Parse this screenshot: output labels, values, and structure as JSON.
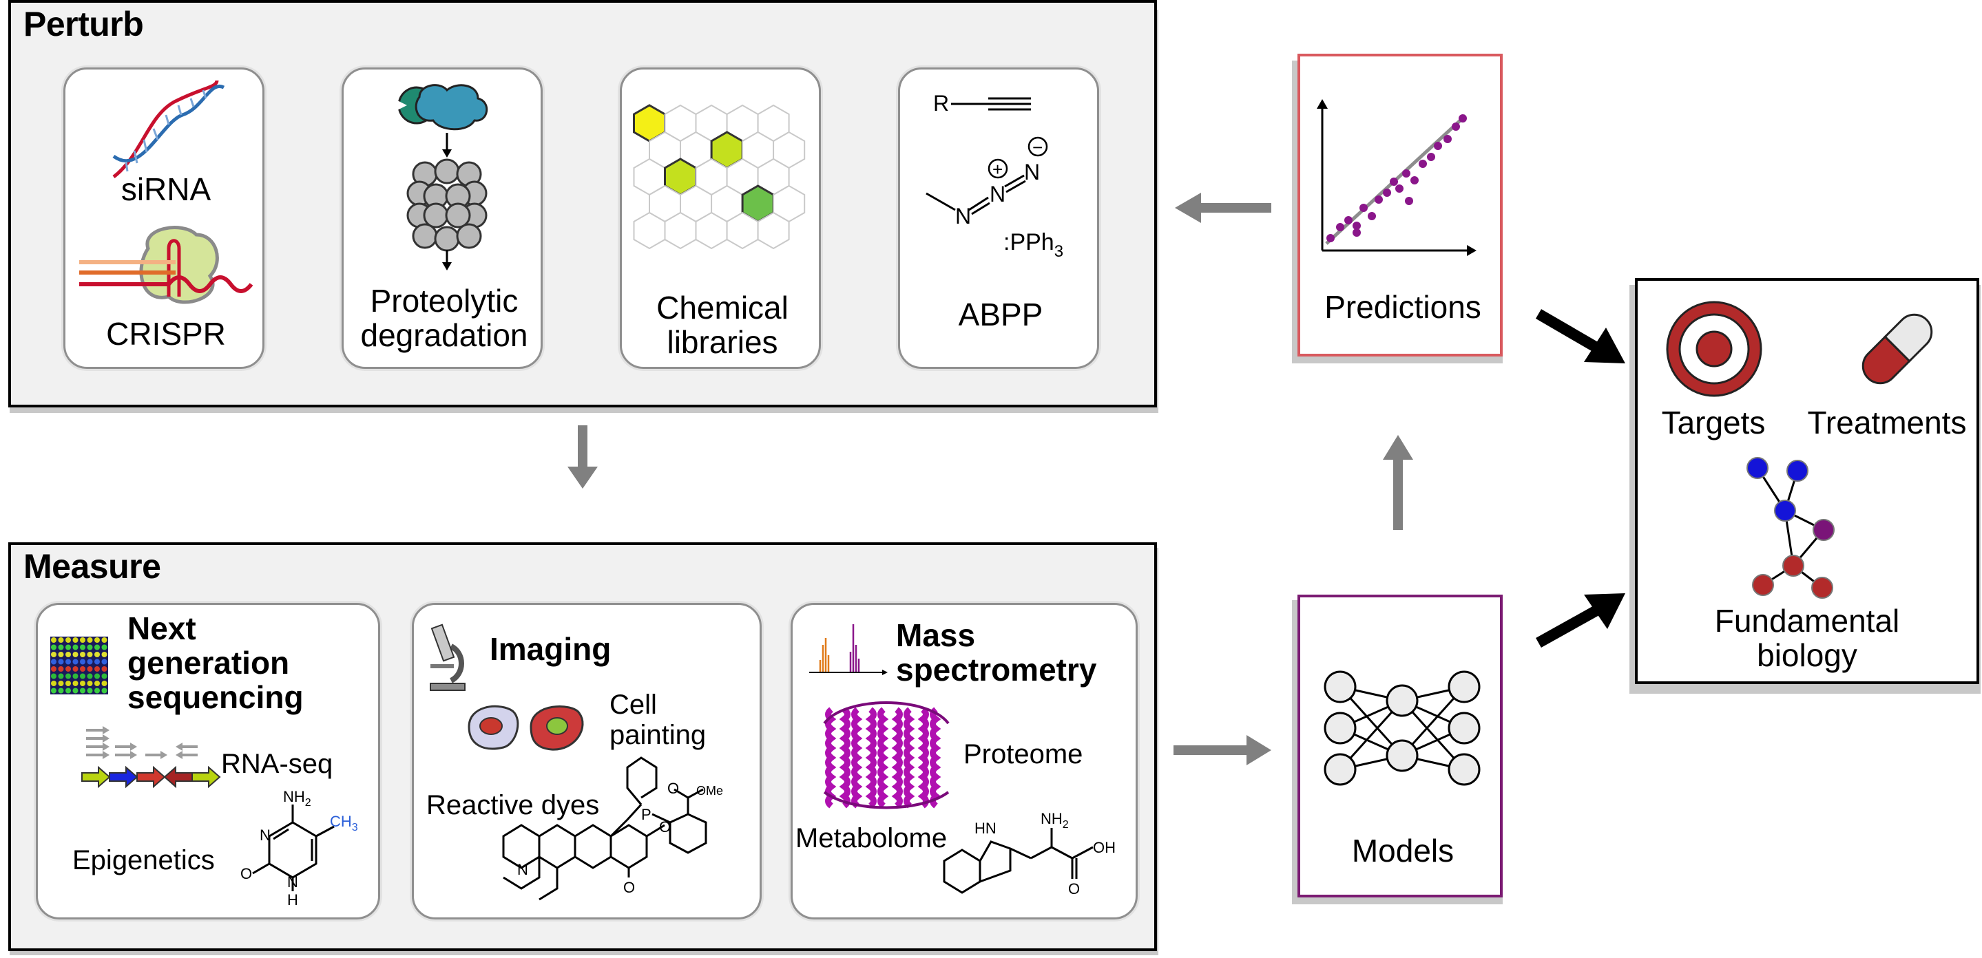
{
  "perturb": {
    "title": "Perturb",
    "sirna": "siRNA",
    "crispr": "CRISPR",
    "proteolytic": [
      "Proteolytic",
      "degradation"
    ],
    "chemical": [
      "Chemical",
      "libraries"
    ],
    "abpp": "ABPP",
    "abpp_r": "R",
    "abpp_pph3": ":PPh",
    "abpp_sub": "3",
    "abpp_n": "N",
    "abpp_plus": "+",
    "abpp_minus": "−"
  },
  "measure": {
    "title": "Measure",
    "ngs": [
      "Next",
      "generation",
      "sequencing"
    ],
    "rnaseq": "RNA-seq",
    "epigenetics": "Epigenetics",
    "imaging": "Imaging",
    "cell_painting": [
      "Cell",
      "painting"
    ],
    "reactive_dyes": "Reactive dyes",
    "mass_spec": [
      "Mass",
      "spectrometry"
    ],
    "proteome": "Proteome",
    "metabolome": "Metabolome",
    "chem": {
      "nh2": "NH",
      "nh2_sub": "2",
      "ch3": "CH",
      "ch3_sub": "3",
      "n": "N",
      "o": "O",
      "h": "H",
      "hn": "HN",
      "oh": "OH",
      "p": "P",
      "ome": "OMe"
    }
  },
  "predictions": {
    "label": "Predictions"
  },
  "models": {
    "label": "Models"
  },
  "outcomes": {
    "targets": "Targets",
    "treatments": "Treatments",
    "fundamental": [
      "Fundamental",
      "biology"
    ]
  },
  "colors": {
    "predictions_border": "#d9595e",
    "models_border": "#7b1a72",
    "arrow_gray": "#808080",
    "dna_red": "#c8102e",
    "dna_blue": "#2b6cb0",
    "green_hex": "#c4e01e",
    "yellow_hex": "#f4ef16",
    "dark_green_hex": "#6cc04a",
    "target_red": "#b22a2a",
    "node_blue": "#1414d8",
    "node_purple": "#7a1478",
    "node_red": "#b22a2a",
    "scatter_purple": "#8a168a",
    "ch3_blue": "#2b5fd9",
    "protein_magenta": "#b010b0"
  },
  "icons": [
    "dna-icon",
    "crispr-icon",
    "e3-ligase-icon",
    "proteasome-icon",
    "hex-library-icon",
    "scatter-plot-icon",
    "neural-network-icon",
    "target-icon",
    "pill-icon",
    "network-icon",
    "microscope-icon",
    "sequencing-grid-icon",
    "mass-spectrum-icon",
    "protein-icon"
  ]
}
